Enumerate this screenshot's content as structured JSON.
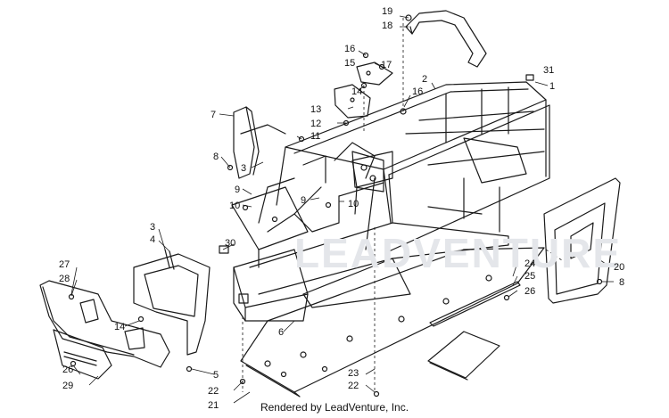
{
  "credit_text": "Rendered by LeadVenture, Inc.",
  "part_numbers": {
    "p1": "1",
    "p2": "2",
    "p3a": "3",
    "p3b": "3",
    "p4": "4",
    "p5": "5",
    "p6": "6",
    "p7": "7",
    "p8a": "8",
    "p8b": "8",
    "p9a": "9",
    "p9b": "9",
    "p10a": "10",
    "p10b": "10",
    "p11": "11",
    "p12": "12",
    "p13": "13",
    "p14a": "14",
    "p14b": "14",
    "p15": "15",
    "p16a": "16",
    "p16b": "16",
    "p17": "17",
    "p18": "18",
    "p19": "19",
    "p20": "20",
    "p21": "21",
    "p22a": "22",
    "p22b": "22",
    "p23": "23",
    "p24": "24",
    "p25": "25",
    "p26a": "26",
    "p26b": "26",
    "p27": "27",
    "p28": "28",
    "p29": "29",
    "p30": "30",
    "p31": "31"
  },
  "colors": {
    "line": "#1a1a1a",
    "background": "#ffffff"
  }
}
